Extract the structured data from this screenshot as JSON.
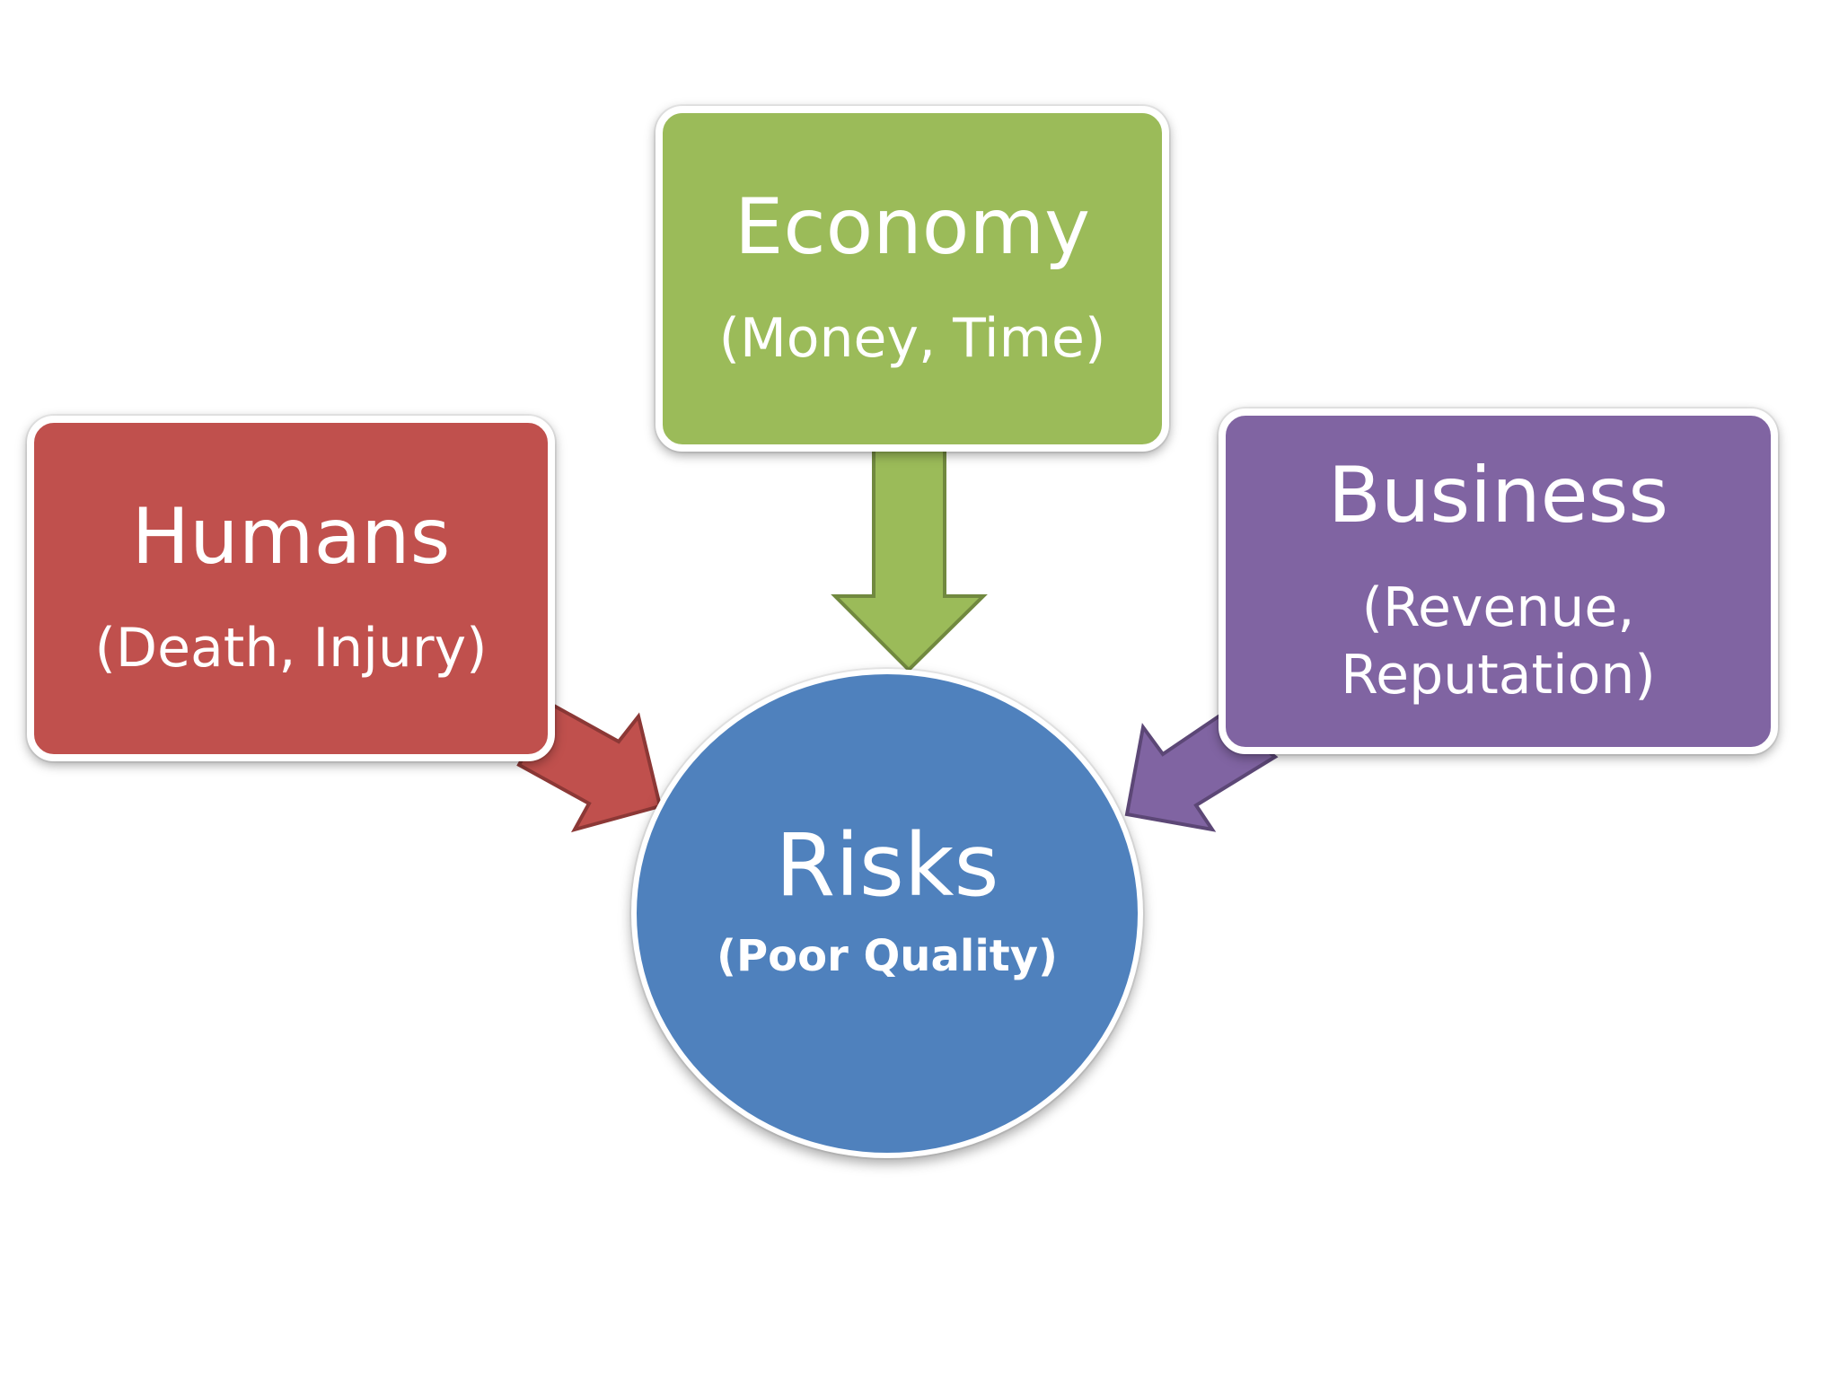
{
  "diagram": {
    "center": {
      "title": "Risks",
      "subtitle": "(Poor Quality)",
      "color": "#4f81bd"
    },
    "nodes": [
      {
        "id": "economy",
        "title": "Economy",
        "subtitle": "(Money, Time)",
        "color": "#9bbb59",
        "arrow_color": "#9bbb59",
        "arrow_border": "#71893f"
      },
      {
        "id": "humans",
        "title": "Humans",
        "subtitle": "(Death, Injury)",
        "color": "#c0504d",
        "arrow_color": "#c0504d",
        "arrow_border": "#8c3836"
      },
      {
        "id": "business",
        "title": "Business",
        "subtitle": "(Revenue, Reputation)",
        "color": "#8064a2",
        "arrow_color": "#8064a2",
        "arrow_border": "#5c4776"
      }
    ],
    "edges": [
      {
        "from": "economy",
        "to": "risks"
      },
      {
        "from": "humans",
        "to": "risks"
      },
      {
        "from": "business",
        "to": "risks"
      }
    ]
  }
}
